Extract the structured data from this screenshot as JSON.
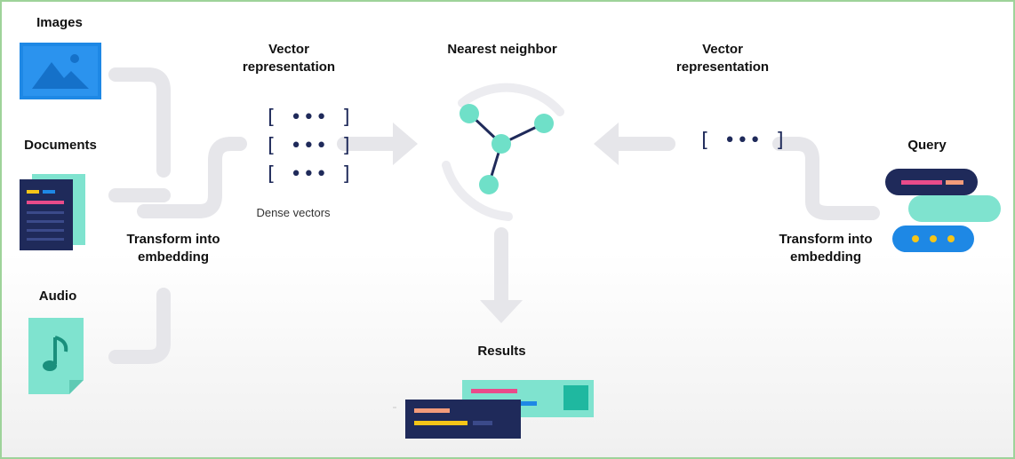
{
  "sources": {
    "images": "Images",
    "documents": "Documents",
    "audio": "Audio"
  },
  "left": {
    "vector_title": "Vector\nrepresentation",
    "transform": "Transform into\nembedding",
    "dense": "Dense vectors",
    "vectors": [
      "[ ••• ]",
      "[ ••• ]",
      "[ ••• ]"
    ]
  },
  "center": {
    "nearest": "Nearest neighbor",
    "results": "Results"
  },
  "right": {
    "vector_title": "Vector\nrepresentation",
    "transform": "Transform into\nembedding",
    "query": "Query",
    "vector": "[ ••• ]"
  },
  "colors": {
    "navy": "#1f2a5a",
    "blue": "#1e88e5",
    "teal": "#6fe0c8",
    "pink": "#e94b8a",
    "yellow": "#f5c518",
    "orange": "#f29b7a",
    "connector": "#e6e6ea"
  },
  "icons": [
    "image-icon",
    "document-icon",
    "audio-file-icon",
    "neighbor-graph-icon",
    "query-stack-icon",
    "results-cards-icon"
  ]
}
